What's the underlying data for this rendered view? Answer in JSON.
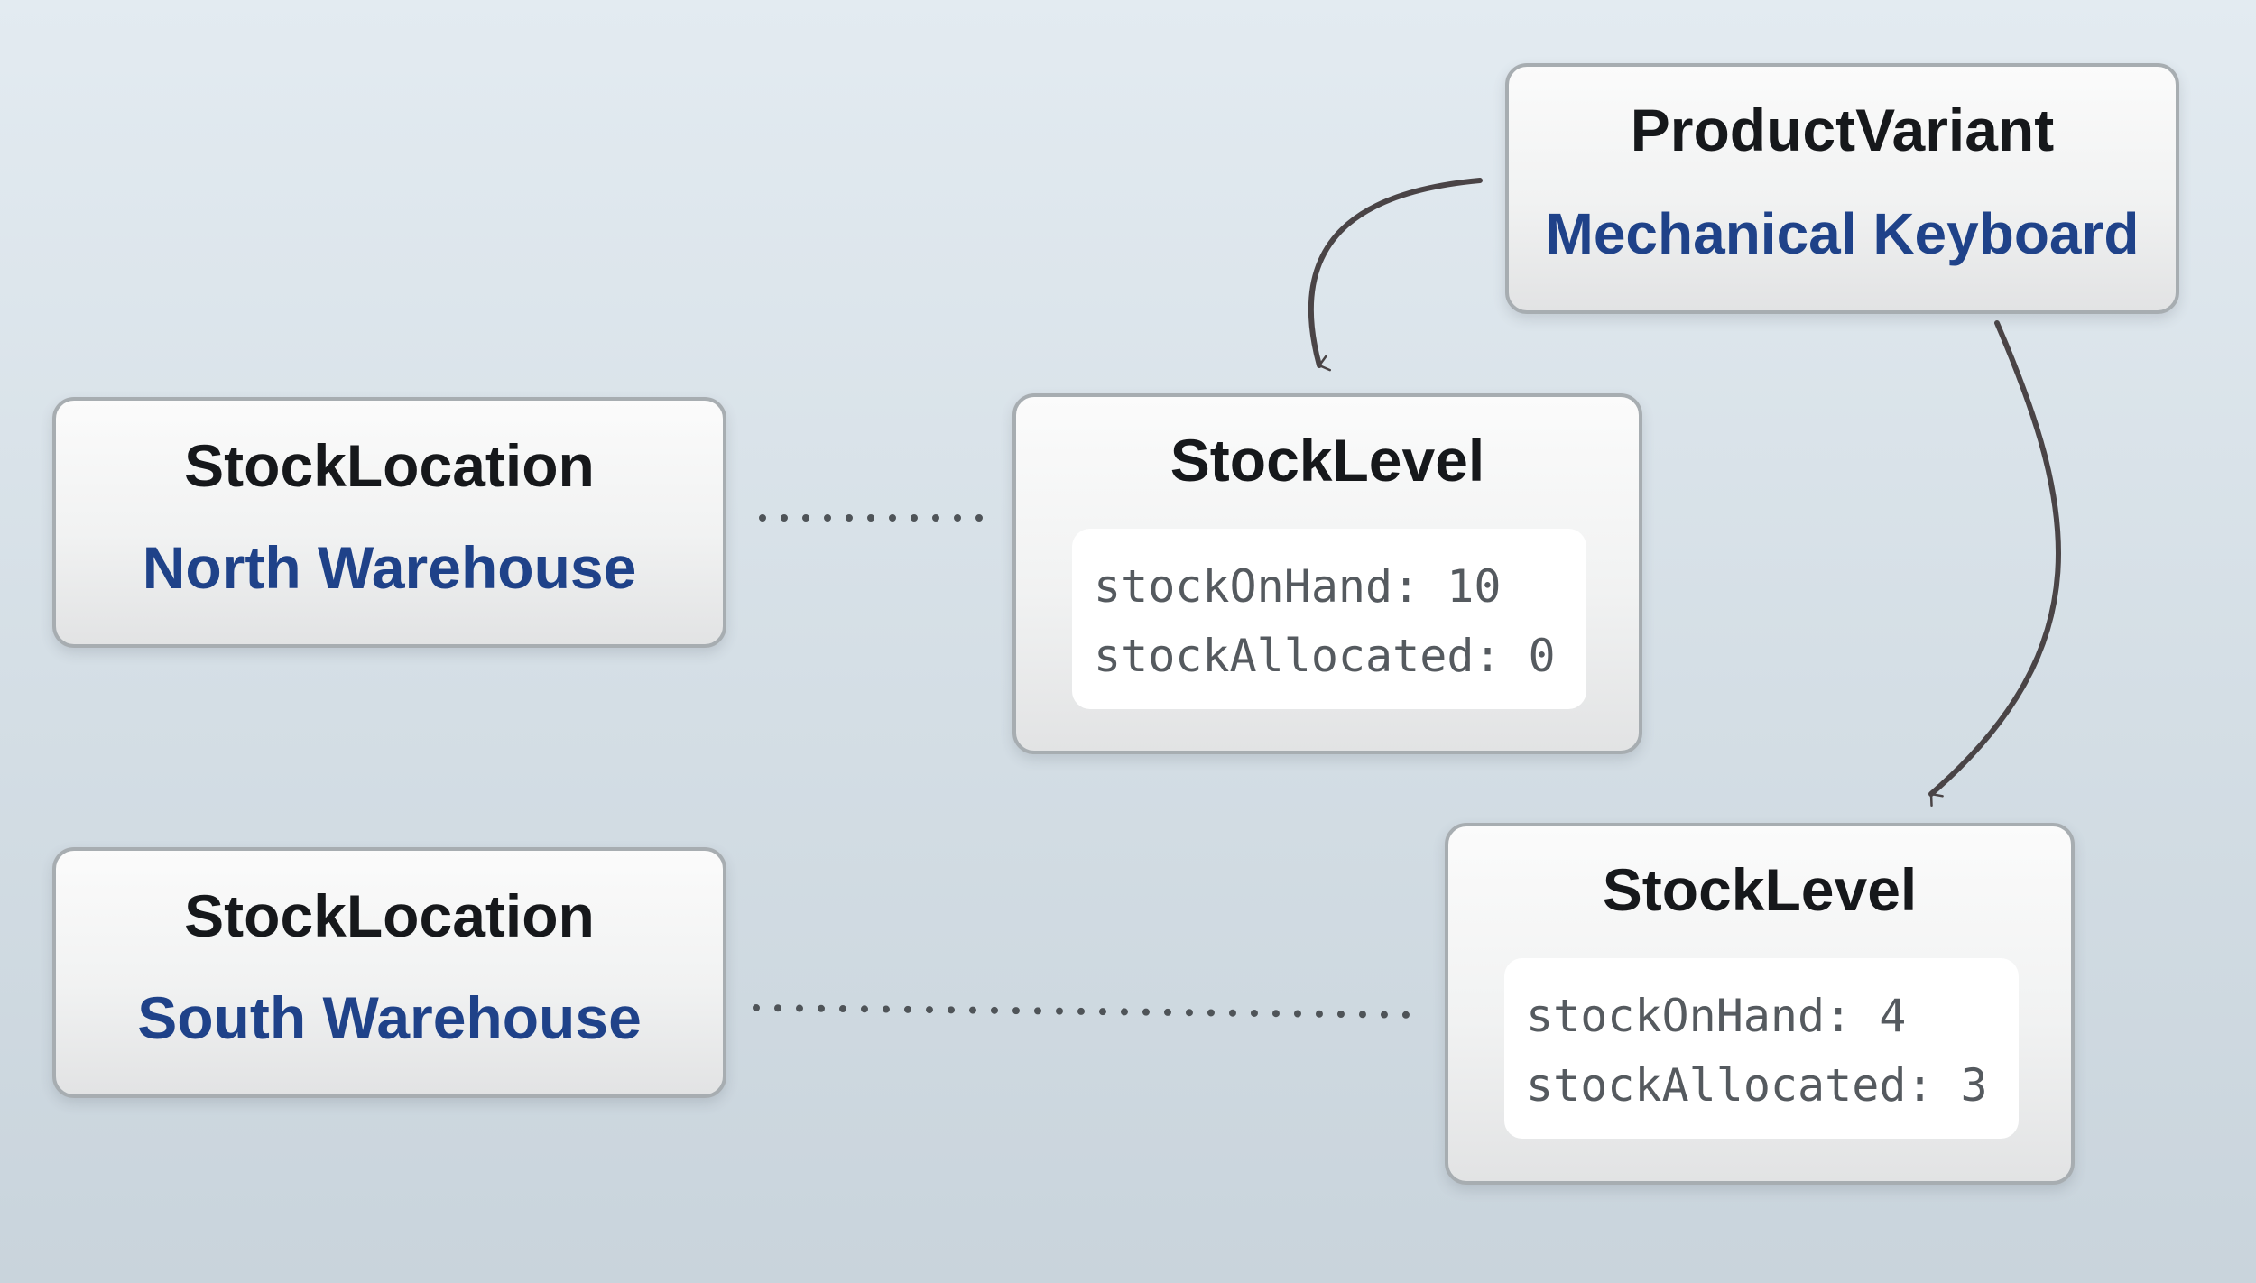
{
  "diagram": {
    "nodes": {
      "product_variant": {
        "title": "ProductVariant",
        "subtitle": "Mechanical Keyboard"
      },
      "stock_location_north": {
        "title": "StockLocation",
        "subtitle": "North Warehouse"
      },
      "stock_location_south": {
        "title": "StockLocation",
        "subtitle": "South Warehouse"
      },
      "stock_level_north": {
        "title": "StockLevel",
        "fields": [
          {
            "label": "stockOnHand",
            "value": "10"
          },
          {
            "label": "stockAllocated",
            "value": "0"
          }
        ]
      },
      "stock_level_south": {
        "title": "StockLevel",
        "fields": [
          {
            "label": "stockOnHand",
            "value": "4"
          },
          {
            "label": "stockAllocated",
            "value": "3"
          }
        ]
      }
    },
    "field_separator": ":",
    "edges": [
      {
        "from": "product_variant",
        "to": "stock_level_north",
        "style": "solid-arrow"
      },
      {
        "from": "product_variant",
        "to": "stock_level_south",
        "style": "solid-arrow"
      },
      {
        "from": "stock_location_north",
        "to": "stock_level_north",
        "style": "dotted"
      },
      {
        "from": "stock_location_south",
        "to": "stock_level_south",
        "style": "dotted"
      }
    ],
    "colors": {
      "background_top": "#e3ebf1",
      "background_bottom": "#c9d4dc",
      "node_border": "#a7adb1",
      "title_text": "#16181b",
      "subtitle_text": "#1f4289",
      "field_text": "#555a5f",
      "arrow_stroke": "#4a4446",
      "dotted_stroke": "#4f5458"
    }
  }
}
